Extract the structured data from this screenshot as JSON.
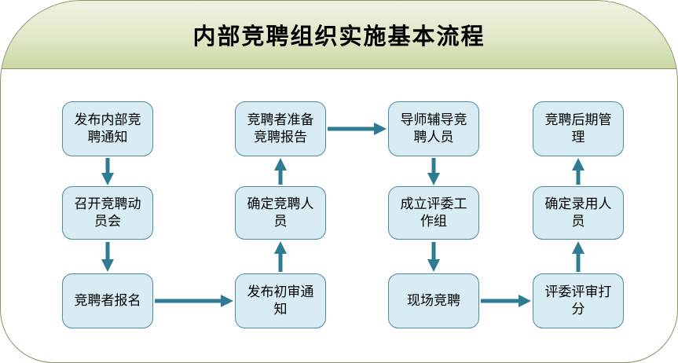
{
  "header": {
    "title": "内部竞聘组织实施基本流程"
  },
  "colors": {
    "header_gradient_top": "#eef3e1",
    "header_gradient_bottom": "#c9d8a4",
    "outer_border": "#8f8f62",
    "box_fill": "#d8edf3",
    "box_border": "#4d89a0",
    "arrow": "#2e7b93",
    "text": "#000000"
  },
  "flowchart": {
    "boxes": [
      {
        "id": "publish-internal-notice",
        "col": 1,
        "row": 1,
        "label": "发布内部竞聘通知"
      },
      {
        "id": "hold-mobilization-meeting",
        "col": 1,
        "row": 2,
        "label": "召开竞聘动员会"
      },
      {
        "id": "candidate-registration",
        "col": 1,
        "row": 3,
        "label": "竞聘者报名"
      },
      {
        "id": "publish-review-notice",
        "col": 2,
        "row": 3,
        "label": "发布初审通知"
      },
      {
        "id": "determine-candidates",
        "col": 2,
        "row": 2,
        "label": "确定竞聘人员"
      },
      {
        "id": "candidates-prepare-report",
        "col": 2,
        "row": 1,
        "label": "竞聘者准备竞聘报告"
      },
      {
        "id": "mentor-coach-candidates",
        "col": 3,
        "row": 1,
        "label": "导师辅导竞聘人员"
      },
      {
        "id": "establish-judge-workgroup",
        "col": 3,
        "row": 2,
        "label": "成立评委工作组"
      },
      {
        "id": "onsite-competition",
        "col": 3,
        "row": 3,
        "label": "现场竞聘"
      },
      {
        "id": "judges-scoring",
        "col": 4,
        "row": 3,
        "label": "评委评审打分"
      },
      {
        "id": "determine-hires",
        "col": 4,
        "row": 2,
        "label": "确定录用人员"
      },
      {
        "id": "post-competition-management",
        "col": 4,
        "row": 1,
        "label": "竞聘后期管理"
      }
    ],
    "connections": [
      {
        "from": "publish-internal-notice",
        "to": "hold-mobilization-meeting",
        "direction": "down"
      },
      {
        "from": "hold-mobilization-meeting",
        "to": "candidate-registration",
        "direction": "down"
      },
      {
        "from": "candidate-registration",
        "to": "publish-review-notice",
        "direction": "right"
      },
      {
        "from": "publish-review-notice",
        "to": "determine-candidates",
        "direction": "up"
      },
      {
        "from": "determine-candidates",
        "to": "candidates-prepare-report",
        "direction": "up"
      },
      {
        "from": "candidates-prepare-report",
        "to": "mentor-coach-candidates",
        "direction": "right"
      },
      {
        "from": "mentor-coach-candidates",
        "to": "establish-judge-workgroup",
        "direction": "down"
      },
      {
        "from": "establish-judge-workgroup",
        "to": "onsite-competition",
        "direction": "down"
      },
      {
        "from": "onsite-competition",
        "to": "judges-scoring",
        "direction": "right"
      },
      {
        "from": "judges-scoring",
        "to": "determine-hires",
        "direction": "up"
      },
      {
        "from": "determine-hires",
        "to": "post-competition-management",
        "direction": "up"
      }
    ]
  }
}
